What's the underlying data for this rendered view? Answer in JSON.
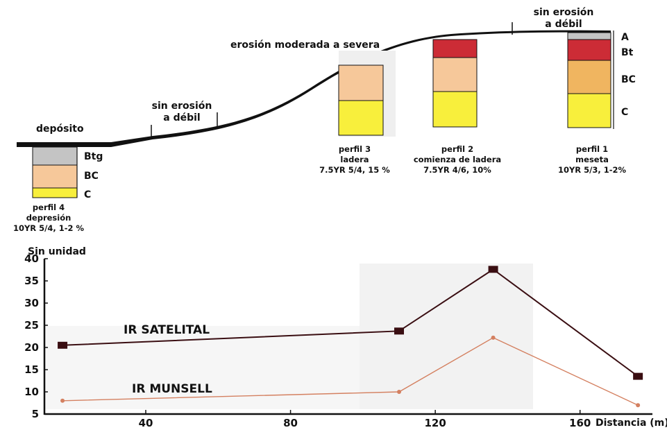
{
  "colors": {
    "grey": "#c4c4c4",
    "tan": "#f6c89a",
    "orange": "#f0b560",
    "yellow": "#f8ef3c",
    "red": "#cc2c36",
    "lightgrey": "#d8d8d8",
    "satelital_line": "#3a0e12",
    "munsell_line": "#d48060"
  },
  "transect": {
    "zones": {
      "deposito": "depósito",
      "sin_erosion_low_1": "sin erosión",
      "sin_erosion_low_2": "a débil",
      "erosion_moderada": "erosión moderada a severa",
      "sin_erosion_top_1": "sin erosión",
      "sin_erosion_top_2": "a débil"
    },
    "perfil4": {
      "horizons": [
        "Btg",
        "BC",
        "C"
      ],
      "caption": [
        "perfil 4",
        "depresión",
        "10YR 5/4, 1-2 %"
      ]
    },
    "perfil3": {
      "caption": [
        "perfil 3",
        "ladera",
        "7.5YR 5/4, 15 %"
      ]
    },
    "perfil2": {
      "caption": [
        "perfil 2",
        "comienza de ladera",
        "7.5YR 4/6, 10%"
      ]
    },
    "perfil1": {
      "horizons": [
        "A",
        "Bt",
        "BC",
        "C"
      ],
      "caption": [
        "perfil 1",
        "meseta",
        "10YR 5/3, 1-2%"
      ]
    }
  },
  "chart_data": {
    "type": "line",
    "ylabel": "Sin unidad",
    "xlabel": "Distancia (m)",
    "x_ticks": [
      40,
      80,
      120,
      160
    ],
    "y_ticks": [
      5,
      10,
      15,
      20,
      25,
      30,
      35,
      40
    ],
    "ylim": [
      5,
      40
    ],
    "xlim": [
      12,
      180
    ],
    "series": [
      {
        "name": "IR SATELITAL",
        "marker": "square",
        "x": [
          17,
          110,
          136,
          176
        ],
        "y": [
          20.5,
          23.7,
          37.6,
          13.5
        ]
      },
      {
        "name": "IR MUNSELL",
        "marker": "circle",
        "x": [
          17,
          110,
          136,
          176
        ],
        "y": [
          8.0,
          10.0,
          22.2,
          7.0
        ]
      }
    ]
  }
}
